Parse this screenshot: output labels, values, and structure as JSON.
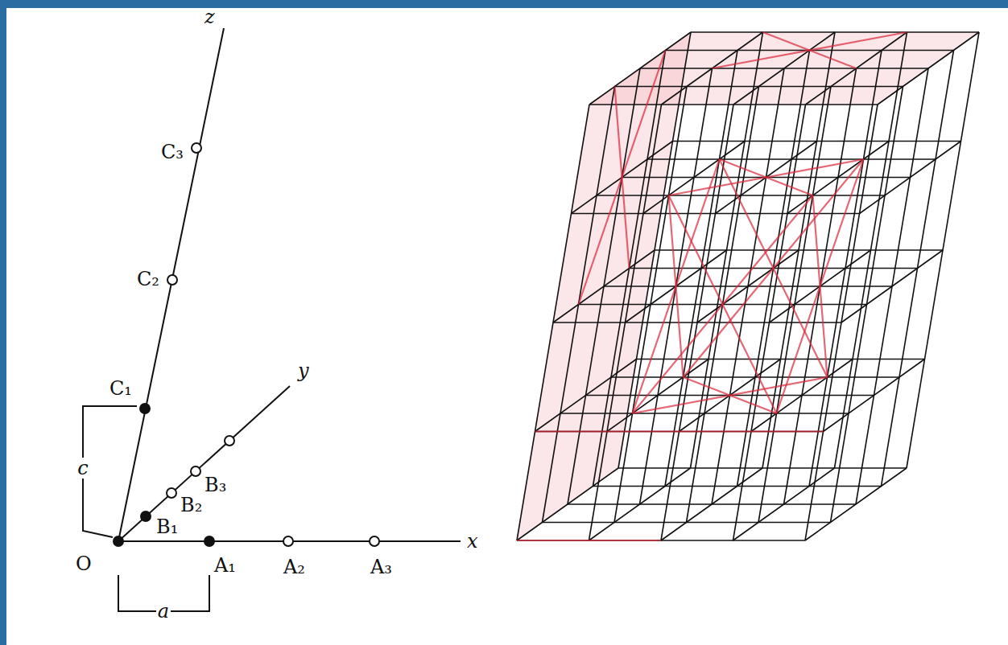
{
  "diagram": {
    "labels": [
      "z",
      "C₃",
      "C₂",
      "C₁",
      "y",
      "B₃",
      "B₂",
      "B₁",
      "O",
      "A₁",
      "A₂",
      "A₃",
      "x",
      "a",
      "c"
    ]
  }
}
